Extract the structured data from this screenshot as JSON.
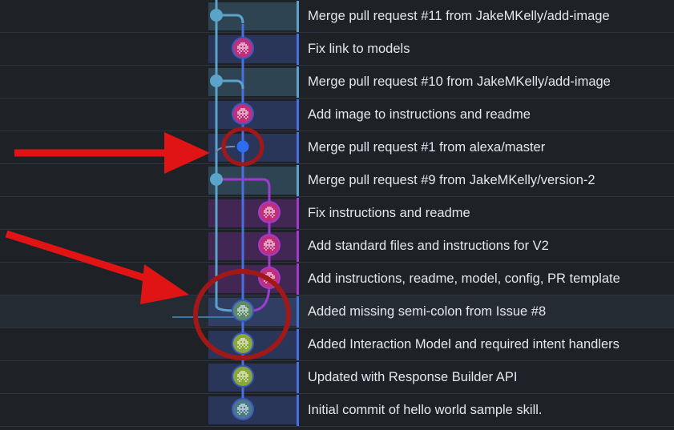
{
  "lane_colors": {
    "main": "#5ba3c9",
    "feature": "#4a6fe0",
    "version2": "#a03ad0",
    "dev": "#3a78a8"
  },
  "annotation_color": "#e01414",
  "highlight_circle_color": "#a01818",
  "commits": [
    {
      "message": "Merge pull request #11 from JakeMKelly/add-image",
      "lane": "main",
      "node": "dot",
      "color": "#5ba3c9",
      "icon": "merge-dot-icon"
    },
    {
      "message": "Fix link to models",
      "lane": "feature",
      "node": "avatar",
      "color": "#c0307a",
      "icon": "invader-avatar-icon"
    },
    {
      "message": "Merge pull request #10 from JakeMKelly/add-image",
      "lane": "main",
      "node": "dot",
      "color": "#5ba3c9",
      "icon": "merge-dot-icon"
    },
    {
      "message": "Add image to instructions and readme",
      "lane": "feature",
      "node": "avatar",
      "color": "#c0307a",
      "icon": "invader-avatar-icon"
    },
    {
      "message": "Merge pull request #1 from alexa/master",
      "lane": "feature",
      "node": "dot",
      "color": "#2f6df0",
      "icon": "merge-dot-icon"
    },
    {
      "message": "Merge pull request #9 from JakeMKelly/version-2",
      "lane": "main",
      "node": "dot",
      "color": "#5ba3c9",
      "icon": "merge-dot-icon"
    },
    {
      "message": "Fix instructions and readme",
      "lane": "version2",
      "node": "avatar",
      "color": "#c0307a",
      "icon": "invader-avatar-icon"
    },
    {
      "message": "Add standard files and instructions for V2",
      "lane": "version2",
      "node": "avatar",
      "color": "#c0307a",
      "icon": "invader-avatar-icon"
    },
    {
      "message": "Add instructions, readme, model, config, PR template",
      "lane": "version2",
      "node": "avatar",
      "color": "#c0307a",
      "icon": "invader-avatar-icon"
    },
    {
      "message": "Added missing semi-colon from Issue #8",
      "lane": "feature",
      "node": "avatar",
      "color": "#5a8a6a",
      "icon": "invader-avatar-icon"
    },
    {
      "message": "Added Interaction Model and required intent handlers",
      "lane": "feature",
      "node": "avatar",
      "color": "#8aa83a",
      "icon": "invader-avatar-icon"
    },
    {
      "message": "Updated with Response Builder API",
      "lane": "feature",
      "node": "avatar",
      "color": "#8aa83a",
      "icon": "invader-avatar-icon"
    },
    {
      "message": "Initial commit of hello world sample skill.",
      "lane": "feature",
      "node": "avatar",
      "color": "#4a7a8a",
      "icon": "invader-avatar-icon"
    }
  ]
}
